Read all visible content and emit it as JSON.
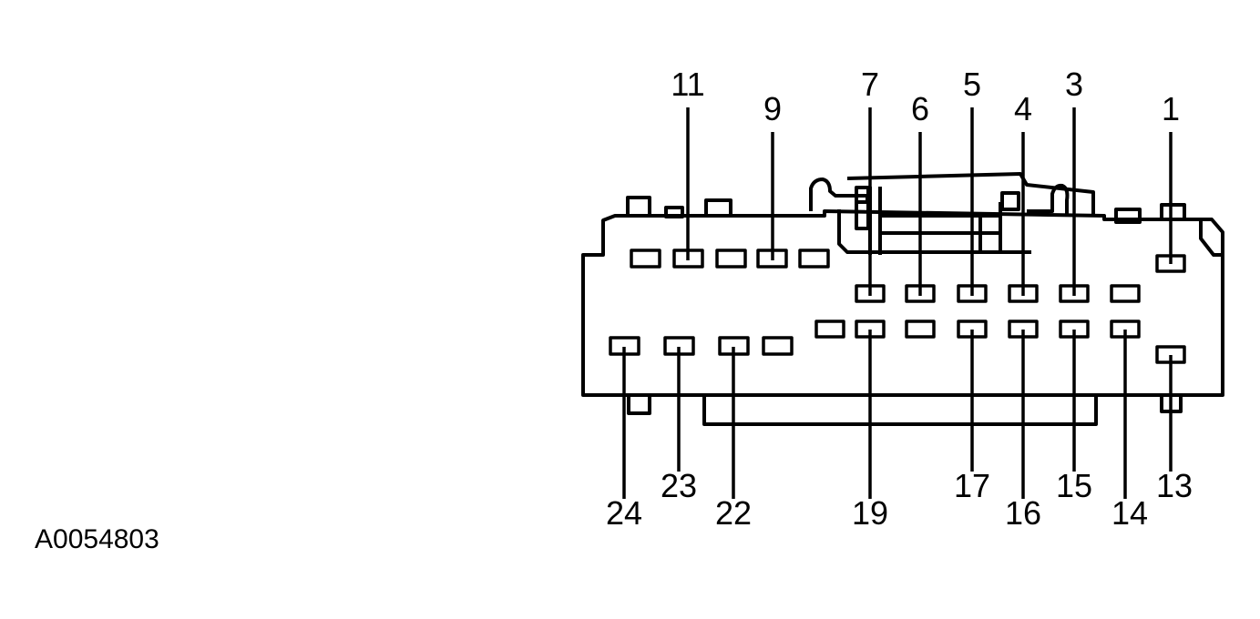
{
  "figure_code": "A0054803",
  "connector": {
    "name": "connector-face",
    "pins": [
      {
        "id": "1",
        "label": "1",
        "position": "top"
      },
      {
        "id": "3",
        "label": "3",
        "position": "top"
      },
      {
        "id": "4",
        "label": "4",
        "position": "top"
      },
      {
        "id": "5",
        "label": "5",
        "position": "top"
      },
      {
        "id": "6",
        "label": "6",
        "position": "top"
      },
      {
        "id": "7",
        "label": "7",
        "position": "top"
      },
      {
        "id": "9",
        "label": "9",
        "position": "top"
      },
      {
        "id": "11",
        "label": "11",
        "position": "top"
      },
      {
        "id": "13",
        "label": "13",
        "position": "bottom"
      },
      {
        "id": "14",
        "label": "14",
        "position": "bottom"
      },
      {
        "id": "15",
        "label": "15",
        "position": "bottom"
      },
      {
        "id": "16",
        "label": "16",
        "position": "bottom"
      },
      {
        "id": "17",
        "label": "17",
        "position": "bottom"
      },
      {
        "id": "19",
        "label": "19",
        "position": "bottom"
      },
      {
        "id": "22",
        "label": "22",
        "position": "bottom"
      },
      {
        "id": "23",
        "label": "23",
        "position": "bottom"
      },
      {
        "id": "24",
        "label": "24",
        "position": "bottom"
      }
    ]
  }
}
